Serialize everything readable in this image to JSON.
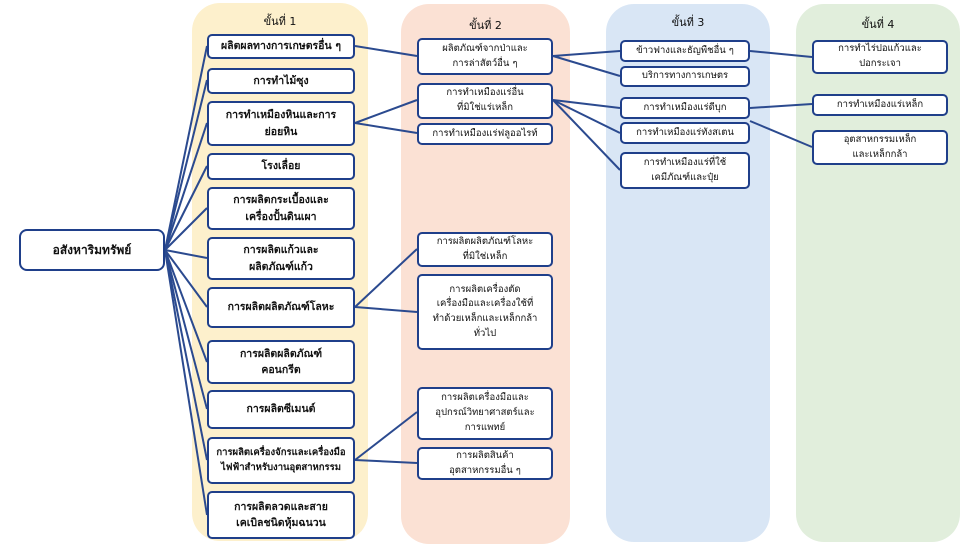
{
  "colors": {
    "lane1": "#fdf0cc",
    "lane2": "#fbe1d4",
    "lane3": "#d9e6f5",
    "lane4": "#e1eedc",
    "box_border": "#1f3f8a",
    "connector": "#2b4a8f"
  },
  "lanes": {
    "step1": "ขั้นที่ 1",
    "step2": "ขั้นที่ 2",
    "step3": "ขั้นที่ 3",
    "step4": "ขั้นที่ 4"
  },
  "root": {
    "label": "อสังหาริมทรัพย์"
  },
  "step1": {
    "agri_products": "ผลิตผลทางการเกษตรอื่น ๆ",
    "lumber": "การทำไม้ซุง",
    "mining_quarrying": "การทำเหมืองหินและการ\nย่อยหิน",
    "sawmill": "โรงเลื่อย",
    "tiles_ceramics": "การผลิตกระเบื้องและ\nเครื่องปั้นดินเผา",
    "glass": "การผลิตแก้วและ\nผลิตภัณฑ์แก้ว",
    "metal_products": "การผลิตผลิตภัณฑ์โลหะ",
    "concrete": "การผลิตผลิตภัณฑ์\nคอนกรีต",
    "cement": "การผลิตซีเมนต์",
    "machinery": "การผลิตเครื่องจักรและเครื่องมือ\nไฟฟ้าสำหรับงานอุตสาหกรรม",
    "wire_cable": "การผลิตลวดและสาย\nเคเบิลชนิดหุ้มฉนวน"
  },
  "step2": {
    "forest_hunting": "ผลิตภัณฑ์จากป่าและ\nการล่าสัตว์อื่น ๆ",
    "non_iron_mining": "การทำเหมืองแร่อื่น\nที่มิใช่แร่เหล็ก",
    "fluorite_mining": "การทำเหมืองแร่ฟลูออไรท์",
    "nonferrous_products": "การผลิตผลิตภัณฑ์โลหะ\nที่มิใช่เหล็ก",
    "cutting_tools": "การผลิตเครื่องตัด\nเครื่องมือและเครื่องใช้ที่\nทำด้วยเหล็กและเหล็กกล้า\nทั่วไป",
    "scientific_instruments": "การผลิตเครื่องมือและ\nอุปกรณ์วิทยาศาสตร์และ\nการแพทย์",
    "other_industrial": "การผลิตสินค้า\nอุตสาหกรรมอื่น ๆ"
  },
  "step3": {
    "rice_grains": "ข้าวฟางและธัญพืชอื่น ๆ",
    "agri_services": "บริการทางการเกษตร",
    "tin_mining": "การทำเหมืองแร่ดีบุก",
    "tungsten_mining": "การทำเหมืองแร่ทังสเตน",
    "chemical_fertilizer": "การทำเหมืองแร่ที่ใช้\nเคมีภัณฑ์และปุ๋ย"
  },
  "step4": {
    "pulp_paper": "การทำไร่ปอแก้วและ\nปอกระเจา",
    "iron_mining": "การทำเหมืองแร่เหล็ก",
    "steel_industry": "อุตสาหกรรมเหล็ก\nและเหล็กกล้า"
  }
}
